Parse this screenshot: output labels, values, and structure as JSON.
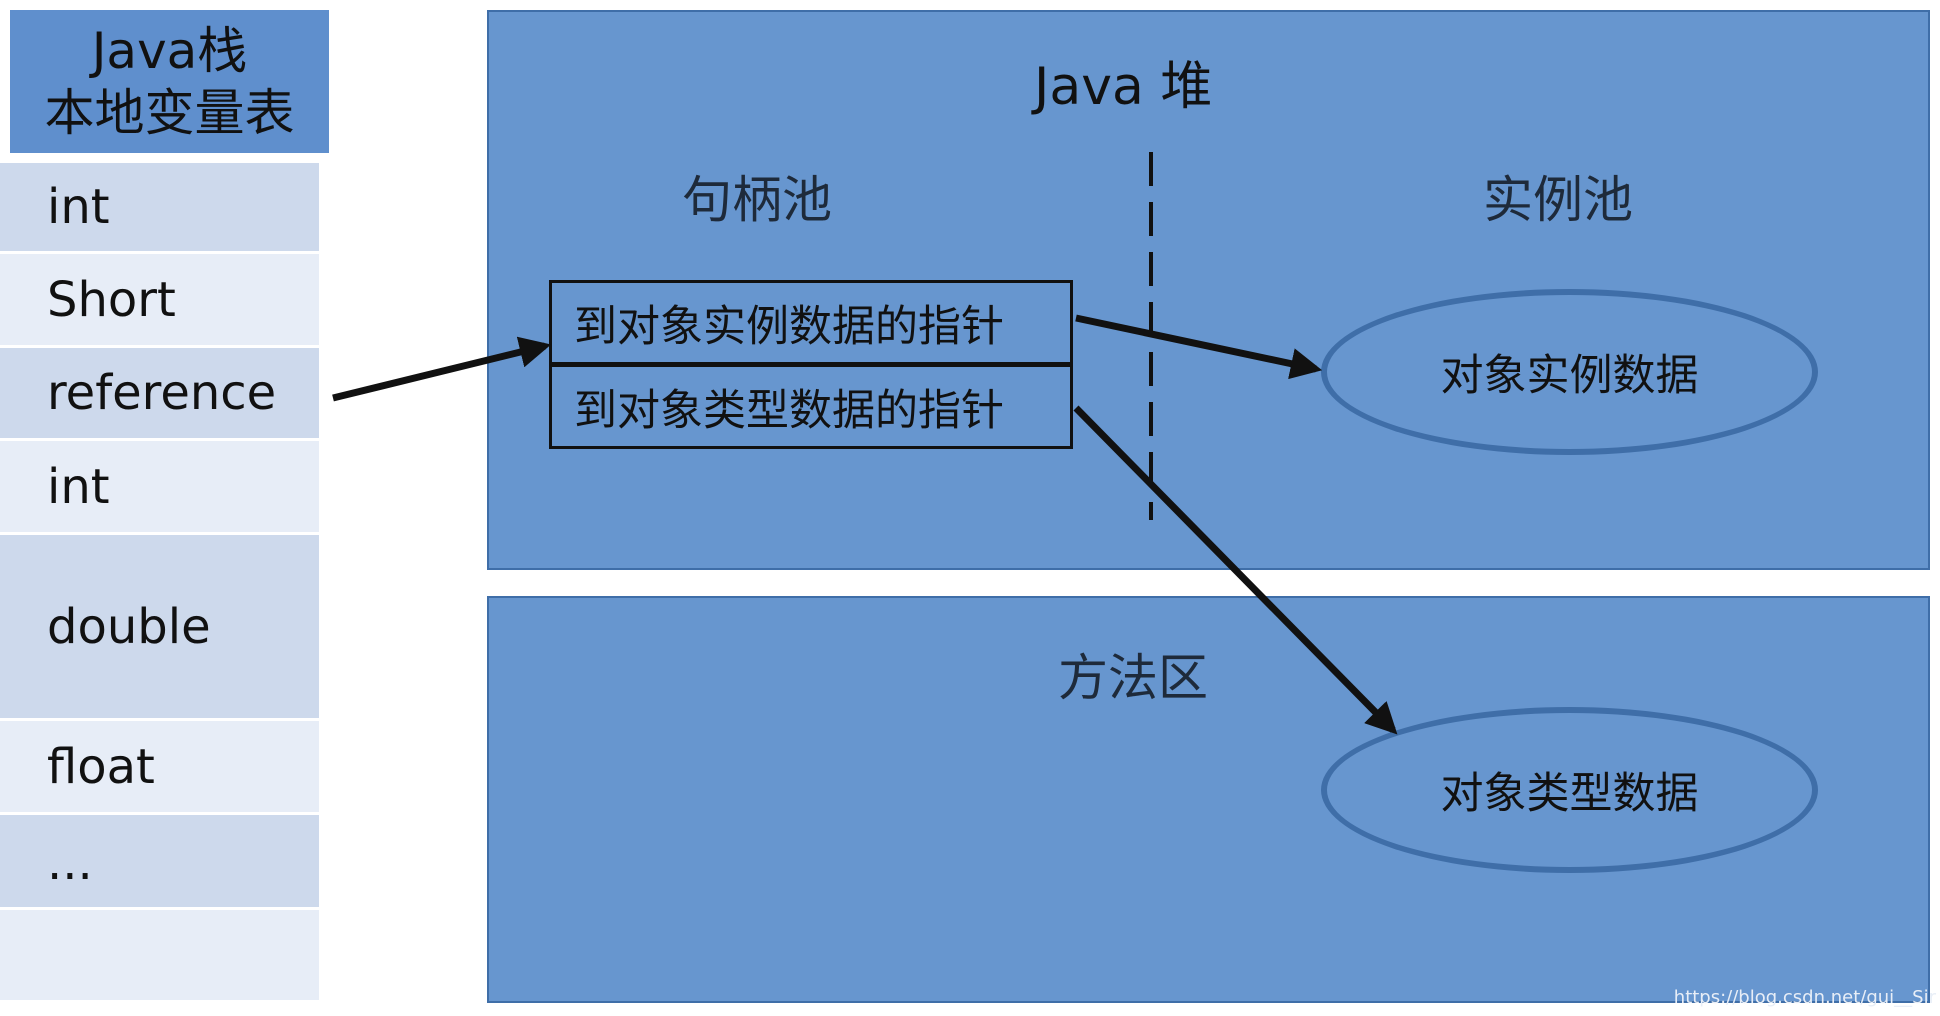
{
  "stack": {
    "title_line1": "Java栈",
    "title_line2": "本地变量表",
    "cells": [
      "int",
      "Short",
      "reference",
      "int",
      "double",
      "float",
      "...",
      ""
    ]
  },
  "heap": {
    "title": "Java 堆",
    "handle_pool": "句柄池",
    "instance_pool": "实例池",
    "pointer_to_instance": "到对象实例数据的指针",
    "pointer_to_type": "到对象类型数据的指针",
    "instance_data": "对象实例数据"
  },
  "method_area": {
    "title": "方法区",
    "type_data": "对象类型数据"
  },
  "watermark": "https://blog.csdn.net/gui__Sir",
  "colors": {
    "region_fill": "#6796cf",
    "region_border": "#3f6ea8",
    "stack_header": "#5f8fcd",
    "cell_dark": "#cdd9ec",
    "cell_light": "#e7edf7"
  }
}
